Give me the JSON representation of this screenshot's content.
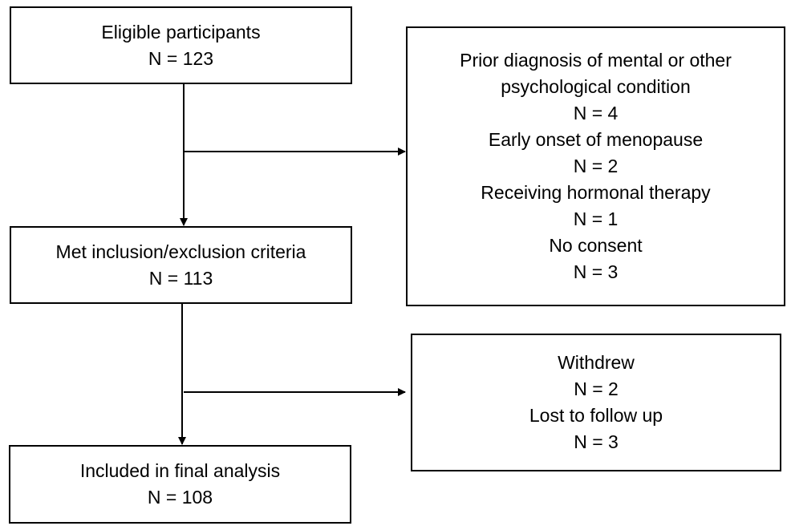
{
  "boxes": {
    "eligible": {
      "title": "Eligible participants",
      "count": "N = 123"
    },
    "met": {
      "title": "Met inclusion/exclusion criteria",
      "count": "N = 113"
    },
    "final": {
      "title": "Included in final analysis",
      "count": "N = 108"
    },
    "exclusions": {
      "lines": [
        "Prior diagnosis of mental or other",
        "psychological condition",
        "N = 4",
        "Early onset of menopause",
        "N = 2",
        "Receiving hormonal therapy",
        "N = 1",
        "No consent",
        "N = 3"
      ]
    },
    "attrition": {
      "lines": [
        "Withdrew",
        "N = 2",
        "Lost to follow up",
        "N = 3"
      ]
    }
  }
}
